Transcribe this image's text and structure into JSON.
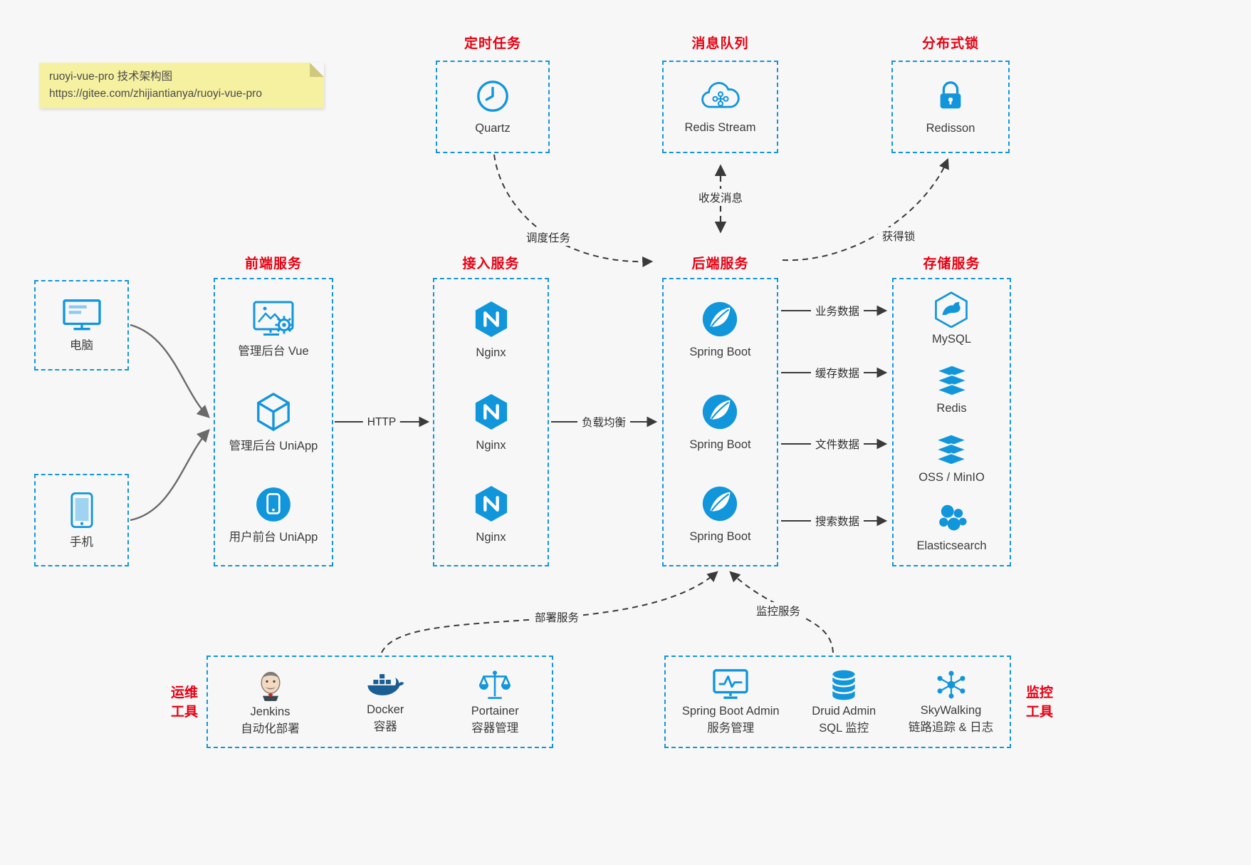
{
  "colors": {
    "accent": "#1296db",
    "title_red": "#e60012",
    "background": "#f7f7f7",
    "note_bg": "#f6f1a0",
    "arrow": "#3a3a3a",
    "client_arrow": "#6a6a6a"
  },
  "note": {
    "line1": "ruoyi-vue-pro 技术架构图",
    "line2": "https://gitee.com/zhijiantianya/ruoyi-vue-pro"
  },
  "top_groups": [
    {
      "title": "定时任务",
      "item": {
        "label": "Quartz",
        "icon": "clock-icon"
      }
    },
    {
      "title": "消息队列",
      "item": {
        "label": "Redis Stream",
        "icon": "cloud-network-icon"
      }
    },
    {
      "title": "分布式锁",
      "item": {
        "label": "Redisson",
        "icon": "lock-icon"
      }
    }
  ],
  "clients": [
    {
      "label": "电脑",
      "icon": "desktop-icon"
    },
    {
      "label": "手机",
      "icon": "mobile-icon"
    }
  ],
  "columns": [
    {
      "title": "前端服务",
      "items": [
        {
          "label": "管理后台 Vue",
          "icon": "admin-vue-icon"
        },
        {
          "label": "管理后台 UniApp",
          "icon": "uniapp-cube-icon"
        },
        {
          "label": "用户前台 UniApp",
          "icon": "user-app-icon"
        }
      ]
    },
    {
      "title": "接入服务",
      "items": [
        {
          "label": "Nginx",
          "icon": "nginx-icon"
        },
        {
          "label": "Nginx",
          "icon": "nginx-icon"
        },
        {
          "label": "Nginx",
          "icon": "nginx-icon"
        }
      ]
    },
    {
      "title": "后端服务",
      "items": [
        {
          "label": "Spring Boot",
          "icon": "spring-icon"
        },
        {
          "label": "Spring Boot",
          "icon": "spring-icon"
        },
        {
          "label": "Spring Boot",
          "icon": "spring-icon"
        }
      ]
    },
    {
      "title": "存储服务",
      "items": [
        {
          "label": "MySQL",
          "icon": "mysql-icon"
        },
        {
          "label": "Redis",
          "icon": "redis-stack-icon"
        },
        {
          "label": "OSS / MinIO",
          "icon": "storage-stack-icon"
        },
        {
          "label": "Elasticsearch",
          "icon": "elasticsearch-icon"
        }
      ]
    }
  ],
  "bottom_groups": [
    {
      "side_label_line1": "运维",
      "side_label_line2": "工具",
      "items": [
        {
          "label": "Jenkins",
          "sublabel": "自动化部署",
          "icon": "jenkins-icon"
        },
        {
          "label": "Docker",
          "sublabel": "容器",
          "icon": "docker-icon"
        },
        {
          "label": "Portainer",
          "sublabel": "容器管理",
          "icon": "portainer-icon"
        }
      ]
    },
    {
      "side_label_line1": "监控",
      "side_label_line2": "工具",
      "items": [
        {
          "label": "Spring Boot Admin",
          "sublabel": "服务管理",
          "icon": "spring-boot-admin-icon"
        },
        {
          "label": "Druid Admin",
          "sublabel": "SQL 监控",
          "icon": "druid-icon"
        },
        {
          "label": "SkyWalking",
          "sublabel": "链路追踪 & 日志",
          "icon": "skywalking-icon"
        }
      ]
    }
  ],
  "edge_labels": {
    "schedule": "调度任务",
    "message": "收发消息",
    "lock": "获得锁",
    "http": "HTTP",
    "load_balance": "负载均衡",
    "business": "业务数据",
    "cache": "缓存数据",
    "file": "文件数据",
    "search": "搜索数据",
    "deploy": "部署服务",
    "monitor": "监控服务"
  }
}
